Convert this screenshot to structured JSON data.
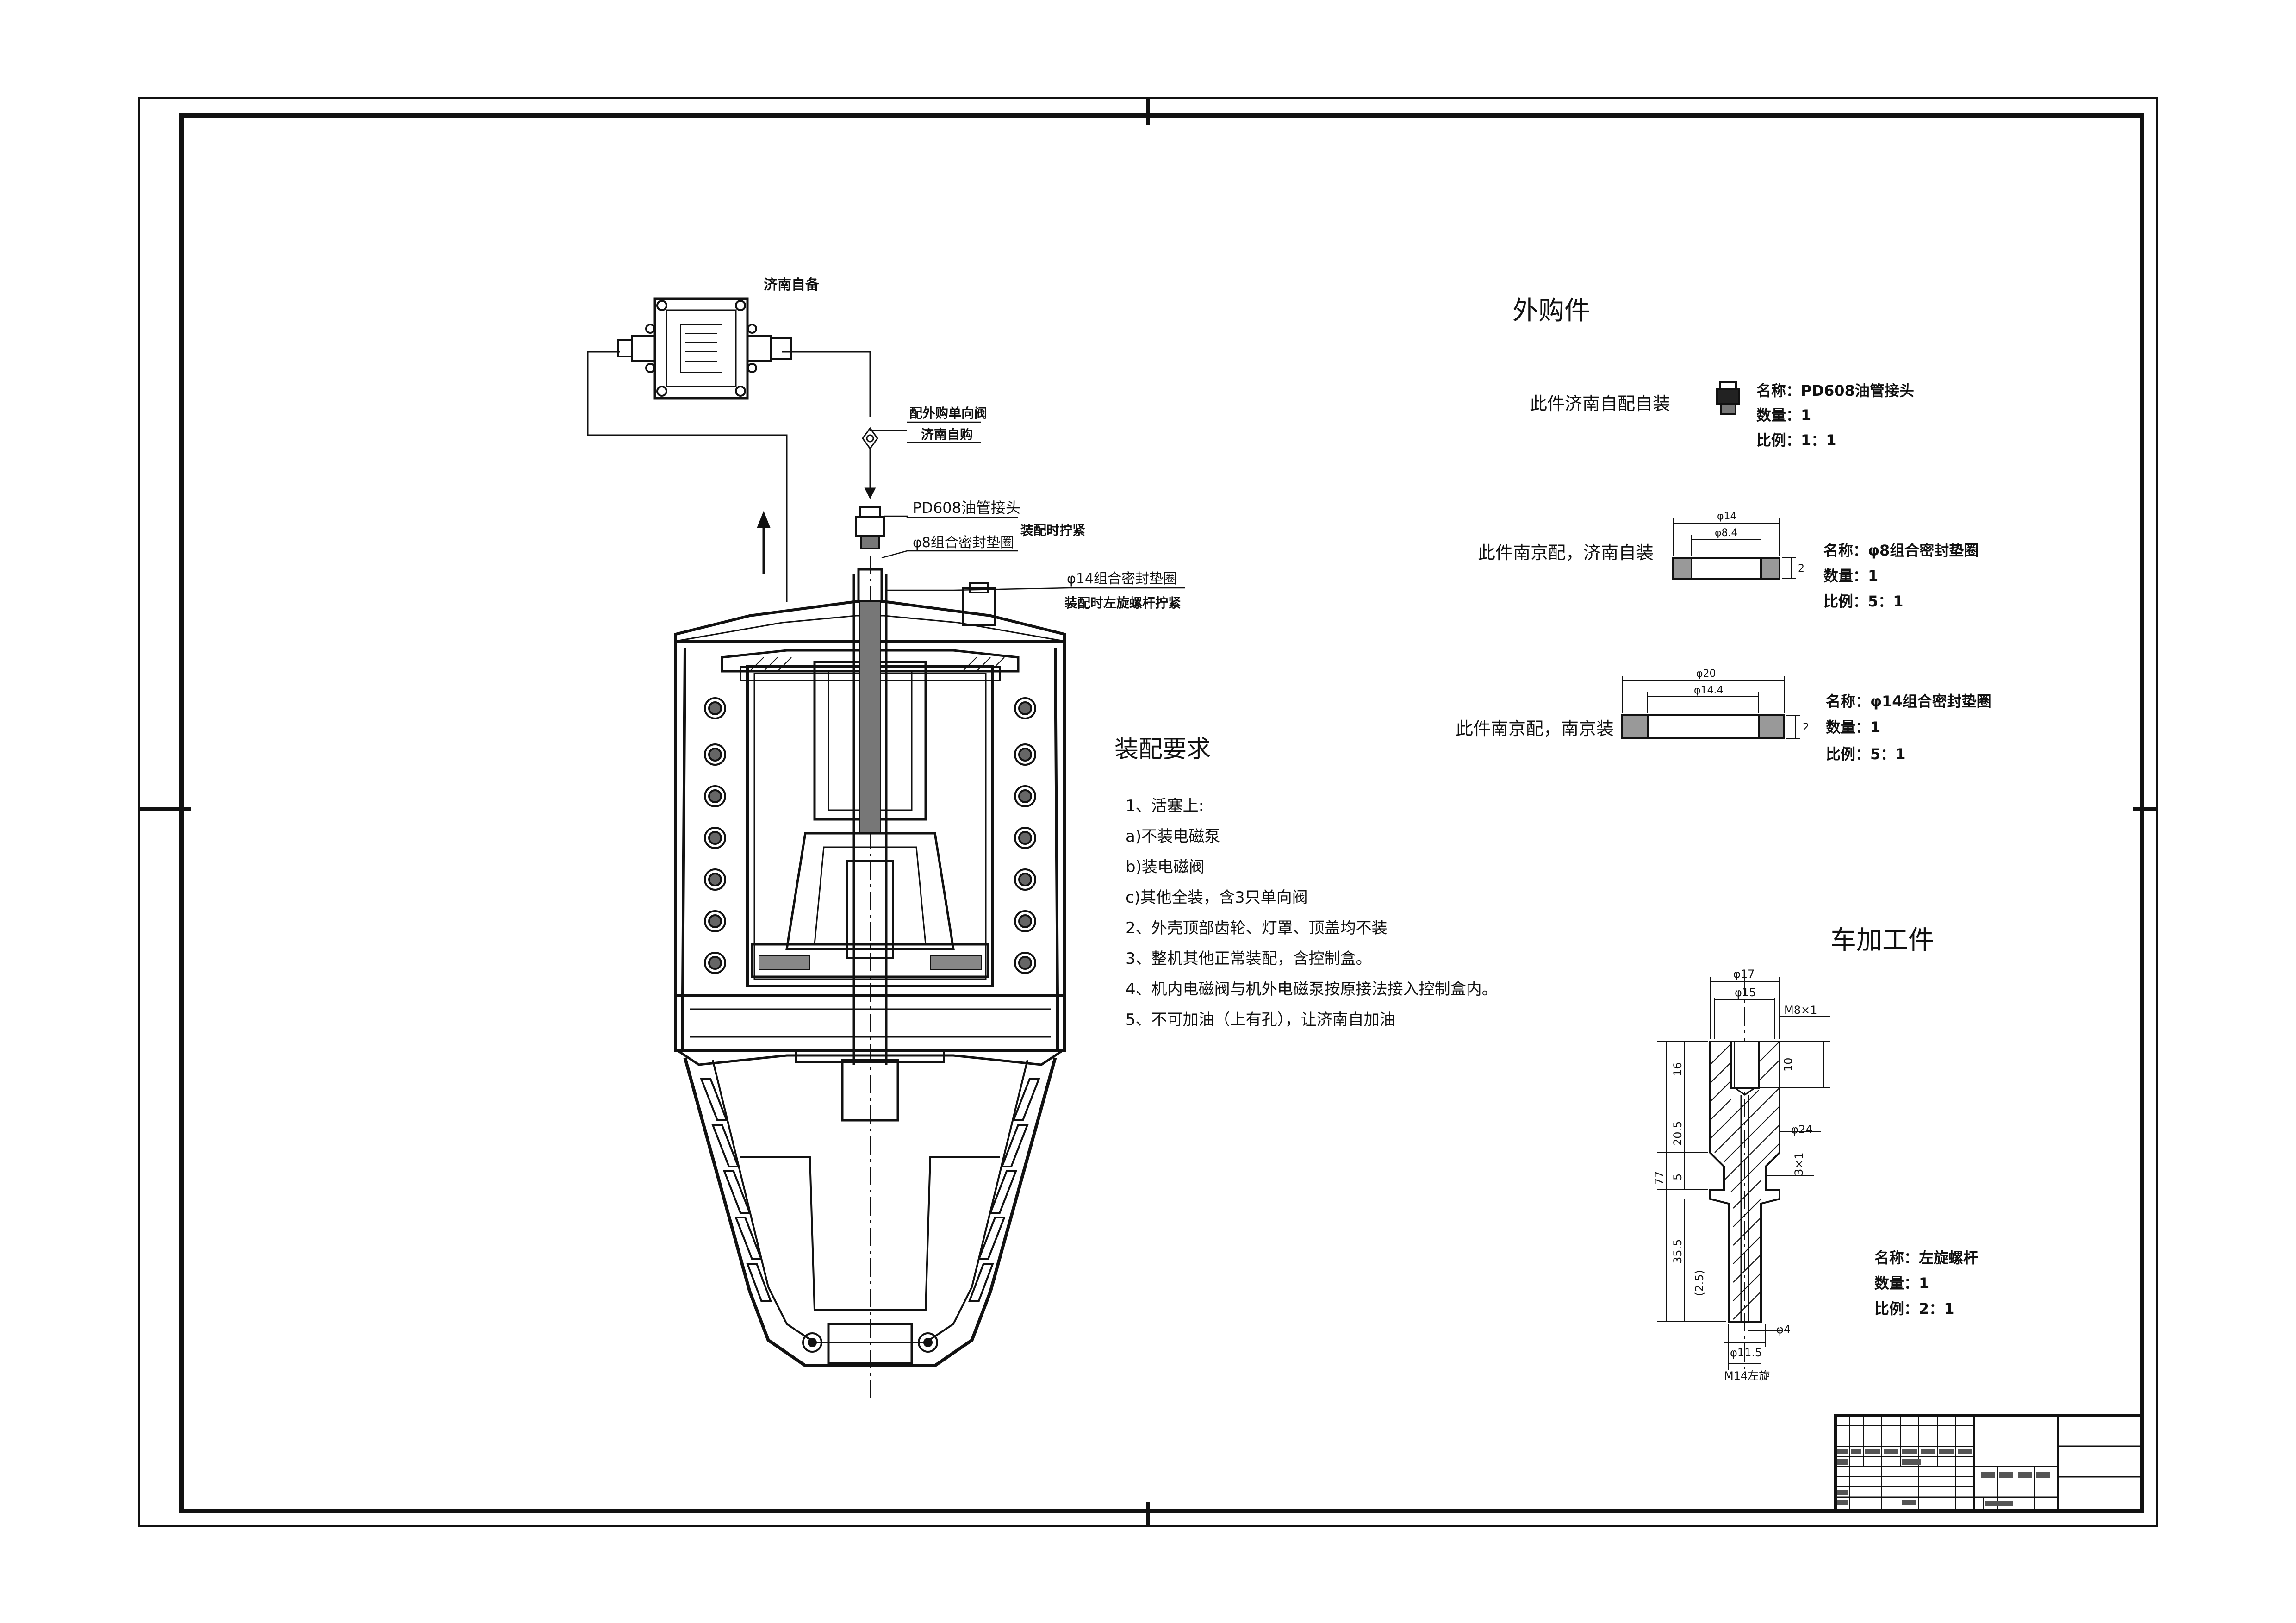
{
  "drawing": {
    "pump_label": "济南自备",
    "check_valve_label_1": "配外购单向阀",
    "check_valve_label_2": "济南自购",
    "fitting_label": "PD608油管接头",
    "fitting_note": "装配时拧紧",
    "seal8_label": "φ8组合密封垫圈",
    "seal14_label": "φ14组合密封垫圈",
    "seal14_note": "装配时左旋螺杆拧紧"
  },
  "assembly": {
    "title": "装配要求",
    "items": [
      "1、活塞上:",
      "a)不装电磁泵",
      "b)装电磁阀",
      "c)其他全装，含3只单向阀",
      "2、外壳顶部齿轮、灯罩、顶盖均不装",
      "3、整机其他正常装配，含控制盒。",
      "4、机内电磁阀与机外电磁泵按原接法接入控制盒内。",
      "5、不可加油（上有孔），让济南自加油"
    ]
  },
  "purchased": {
    "title": "外购件",
    "part1": {
      "note": "此件济南自配自装",
      "name": "名称：PD608油管接头",
      "qty": "数量：1",
      "scale": "比例：1：1"
    },
    "part2": {
      "note": "此件南京配，济南自装",
      "name": "名称：φ8组合密封垫圈",
      "qty": "数量：1",
      "scale": "比例：5：1",
      "dim_outer": "φ14",
      "dim_inner": "φ8.4",
      "dim_t": "2"
    },
    "part3": {
      "note": "此件南京配，南京装",
      "name": "名称：φ14组合密封垫圈",
      "qty": "数量：1",
      "scale": "比例：5：1",
      "dim_outer": "φ20",
      "dim_inner": "φ14.4",
      "dim_t": "2"
    }
  },
  "machined": {
    "title": "车加工件",
    "name": "名称：左旋螺杆",
    "qty": "数量：1",
    "scale": "比例：2：1",
    "dims": {
      "d17": "φ17",
      "d15": "φ15",
      "m8": "M8×1",
      "h10": "10",
      "h16": "16",
      "h20": "20.5",
      "h5": "5",
      "h77": "77",
      "h35": "35.5",
      "h25": "(2.5)",
      "d24": "φ24",
      "c3": "3×1",
      "d4": "φ4",
      "d115": "φ11.5",
      "m14": "M14左旋"
    }
  }
}
